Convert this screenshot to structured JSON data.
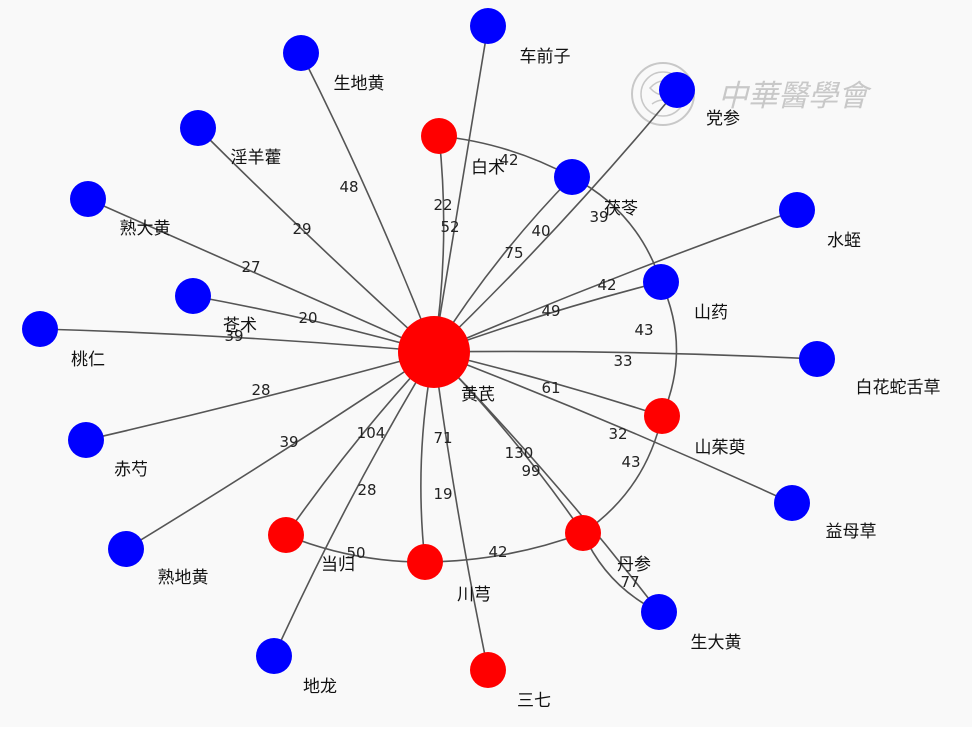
{
  "colors": {
    "core_node": "#ff0000",
    "herb_node": "#0000ff",
    "edge": "#555555",
    "watermark": "#c8c8c8"
  },
  "watermark": {
    "text": "中華醫學會",
    "icon": "seal-logo-icon"
  },
  "nodes": [
    {
      "id": "huangqi",
      "label": "黄芪",
      "color": "red",
      "size": "large"
    },
    {
      "id": "baizhu",
      "label": "白术",
      "color": "red"
    },
    {
      "id": "shanzhuyu",
      "label": "山茱萸",
      "color": "red"
    },
    {
      "id": "danshen",
      "label": "丹参",
      "color": "red"
    },
    {
      "id": "chuanxiong",
      "label": "川芎",
      "color": "red"
    },
    {
      "id": "danggui",
      "label": "当归",
      "color": "red"
    },
    {
      "id": "sanqi",
      "label": "三七",
      "color": "red"
    },
    {
      "id": "cheqianzi",
      "label": "车前子",
      "color": "blue"
    },
    {
      "id": "shengdihuang",
      "label": "生地黄",
      "color": "blue"
    },
    {
      "id": "dangshen",
      "label": "党参",
      "color": "blue"
    },
    {
      "id": "yinyanghuo",
      "label": "淫羊藿",
      "color": "blue"
    },
    {
      "id": "fuling",
      "label": "茯苓",
      "color": "blue"
    },
    {
      "id": "shudahuang",
      "label": "熟大黄",
      "color": "blue"
    },
    {
      "id": "shuizhi",
      "label": "水蛭",
      "color": "blue"
    },
    {
      "id": "shanyao",
      "label": "山药",
      "color": "blue"
    },
    {
      "id": "cangzhu",
      "label": "苍术",
      "color": "blue"
    },
    {
      "id": "taoren",
      "label": "桃仁",
      "color": "blue"
    },
    {
      "id": "baihuasheshecao",
      "label": "白花蛇舌草",
      "color": "blue"
    },
    {
      "id": "chishao",
      "label": "赤芍",
      "color": "blue"
    },
    {
      "id": "yimucao",
      "label": "益母草",
      "color": "blue"
    },
    {
      "id": "shudihuang",
      "label": "熟地黄",
      "color": "blue"
    },
    {
      "id": "shengdahuang",
      "label": "生大黄",
      "color": "blue"
    },
    {
      "id": "dilong",
      "label": "地龙",
      "color": "blue"
    }
  ],
  "edges": [
    {
      "from": "huangqi",
      "to": "cheqianzi",
      "label": "22"
    },
    {
      "from": "huangqi",
      "to": "shengdihuang",
      "label": "48"
    },
    {
      "from": "huangqi",
      "to": "baizhu",
      "label": "52"
    },
    {
      "from": "huangqi",
      "to": "dangshen",
      "label": "40"
    },
    {
      "from": "huangqi",
      "to": "fuling",
      "label": "75"
    },
    {
      "from": "huangqi",
      "to": "yinyanghuo",
      "label": "29"
    },
    {
      "from": "huangqi",
      "to": "shudahuang",
      "label": "27"
    },
    {
      "from": "huangqi",
      "to": "shuizhi",
      "label": "42"
    },
    {
      "from": "huangqi",
      "to": "shanyao",
      "label": "49"
    },
    {
      "from": "huangqi",
      "to": "cangzhu",
      "label": "20"
    },
    {
      "from": "huangqi",
      "to": "taoren",
      "label": "39"
    },
    {
      "from": "huangqi",
      "to": "baihuasheshecao",
      "label": "33"
    },
    {
      "from": "huangqi",
      "to": "chishao",
      "label": "28"
    },
    {
      "from": "huangqi",
      "to": "shanzhuyu",
      "label": "61"
    },
    {
      "from": "huangqi",
      "to": "yimucao",
      "label": "32"
    },
    {
      "from": "huangqi",
      "to": "shudihuang",
      "label": "39"
    },
    {
      "from": "huangqi",
      "to": "danggui",
      "label": "104"
    },
    {
      "from": "huangqi",
      "to": "chuanxiong",
      "label": "71"
    },
    {
      "from": "huangqi",
      "to": "danshen",
      "label": "130"
    },
    {
      "from": "huangqi",
      "to": "shengdahuang",
      "label": "99"
    },
    {
      "from": "huangqi",
      "to": "dilong",
      "label": "28"
    },
    {
      "from": "huangqi",
      "to": "sanqi",
      "label": "19"
    },
    {
      "from": "baizhu",
      "to": "fuling",
      "label": "42"
    },
    {
      "from": "fuling",
      "to": "shanyao",
      "label": "39"
    },
    {
      "from": "shanyao",
      "to": "shanzhuyu",
      "label": "43"
    },
    {
      "from": "shanzhuyu",
      "to": "danshen",
      "label": "43"
    },
    {
      "from": "danshen",
      "to": "chuanxiong",
      "label": "42"
    },
    {
      "from": "chuanxiong",
      "to": "danggui",
      "label": "50"
    },
    {
      "from": "danshen",
      "to": "shengdahuang",
      "label": "77"
    }
  ]
}
